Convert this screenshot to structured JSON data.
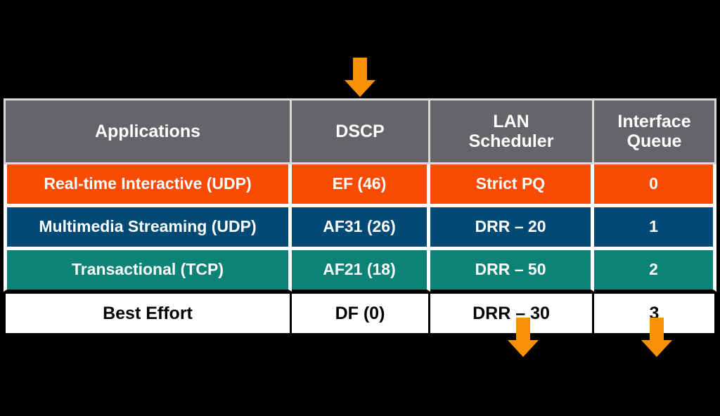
{
  "figure": {
    "kind": "qos-mapping-table",
    "background_color": "#000000"
  },
  "colors": {
    "header_gray": "#636569",
    "row_orange": "#FA4B05",
    "row_navy": "#004A75",
    "row_teal": "#0C8376",
    "row_white": "#FFFFFF",
    "arrow_orange": "#FA9005",
    "text_light": "#FFFFFF",
    "text_dark": "#000000",
    "gutter_white": "#FFFFFF",
    "rule_black": "#000000"
  },
  "table": {
    "columns": [
      {
        "key": "applications",
        "header_line1": "Applications",
        "header_line2": ""
      },
      {
        "key": "dscp",
        "header_line1": "DSCP",
        "header_line2": ""
      },
      {
        "key": "lan_scheduler",
        "header_line1": "LAN",
        "header_line2": "Scheduler"
      },
      {
        "key": "interface_queue",
        "header_line1": "Interface",
        "header_line2": "Queue"
      }
    ],
    "rows": [
      {
        "applications": "Real-time Interactive (UDP)",
        "dscp": "EF (46)",
        "lan_scheduler": "Strict PQ",
        "interface_queue": "0",
        "color": "#FA4B05"
      },
      {
        "applications": "Multimedia Streaming (UDP)",
        "dscp": "AF31 (26)",
        "lan_scheduler": "DRR – 20",
        "interface_queue": "1",
        "color": "#004A75"
      },
      {
        "applications": "Transactional (TCP)",
        "dscp": "AF21 (18)",
        "lan_scheduler": "DRR – 50",
        "interface_queue": "2",
        "color": "#0C8376"
      },
      {
        "applications": "Best Effort",
        "dscp": "DF (0)",
        "lan_scheduler": "DRR – 30",
        "interface_queue": "3",
        "color": "#FFFFFF"
      }
    ]
  },
  "annotations": {
    "arrows": [
      {
        "name": "arrow-dscp-column",
        "direction": "down",
        "points_at": "DSCP",
        "position": "above-table"
      },
      {
        "name": "arrow-lan-scheduler-column",
        "direction": "down",
        "points_at": "LAN Scheduler",
        "position": "below-table"
      },
      {
        "name": "arrow-interface-queue-column",
        "direction": "down",
        "points_at": "Interface Queue",
        "position": "below-table"
      }
    ]
  }
}
